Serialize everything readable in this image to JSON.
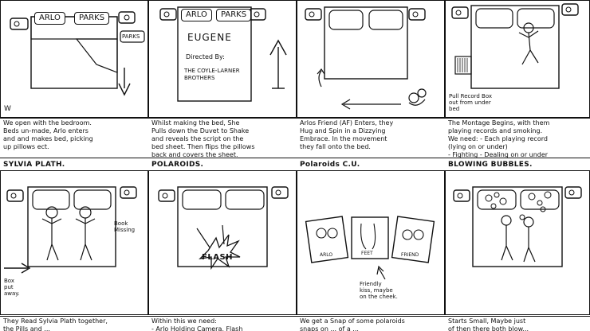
{
  "row1": {
    "panels": [
      {
        "sign_left": "ARLO",
        "sign_right": "PARKS",
        "sign_small": "PARKS",
        "corner": "W",
        "caption": "We open with the bedroom.\nBeds un-made, Arlo enters\nand and makes bed, picking\nup pillows ect.",
        "title": "SYLVIA PLATH."
      },
      {
        "sign_left": "ARLO",
        "sign_right": "PARKS",
        "line1": "EUGENE",
        "line2": "Directed By:",
        "line3": "THE COYLE-LARNER\nBROTHERS",
        "caption": "Whilst making the bed, She\nPulls down the Duvet to Shake\nand reveals the script on the\nbed sheet. Then flips the pillows\nback and covers the sheet.",
        "title": "POLAROIDS."
      },
      {
        "caption": "Arlos Friend (AF) Enters, they\nHug and Spin in a Dizzying\nEmbrace. In the movement\nthey fall onto the bed.",
        "title": "Polaroids C.U."
      },
      {
        "note": "Pull Record Box\nout from under\nbed",
        "caption": "The Montage Begins, with them\nplaying records and smoking.\nWe need: - Each playing record\n(lying on or under)\n- Fighting - Dealing on or under\nsoncrete...",
        "title": "BLOWING BUBBLES."
      }
    ]
  },
  "row2": {
    "panels": [
      {
        "label_book": "Book\nMissing",
        "label_box": "Box\nput\naway.",
        "caption": "They Read Sylvia Plath together,\nthe Pills and ..."
      },
      {
        "flash": "FLASH",
        "caption": "Within this we need:\n- Arlo Holding Camera, Flash"
      },
      {
        "polaroid_1": "ARLO",
        "polaroid_2": "FEET",
        "polaroid_3": "FRIEND",
        "label": "Friendly\nkiss, maybe\non the cheek.",
        "caption": "We get a Snap of some polaroids\nsnaps on ... of a ..."
      },
      {
        "caption": "Starts Small, Maybe just\nof then there both blow..."
      }
    ]
  }
}
